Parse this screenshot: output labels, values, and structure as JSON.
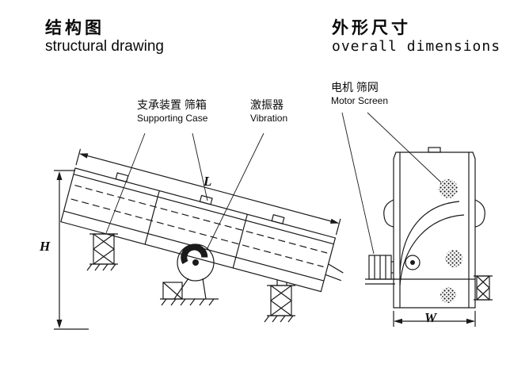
{
  "page": {
    "background": "#ffffff",
    "line_color": "#1a1a1a"
  },
  "left_view": {
    "title_cn": "结构图",
    "title_en": "structural drawing",
    "callouts": {
      "supporting_cn": "支承装置 筛箱",
      "supporting_en": "Supporting Case",
      "vibration_cn": "激振器",
      "vibration_en": "Vibration"
    },
    "dimensions": {
      "length": "L",
      "height": "H"
    }
  },
  "right_view": {
    "title_cn": "外形尺寸",
    "title_en": "overall dimensions",
    "callouts": {
      "motor_cn": "电机 筛网",
      "motor_en": "Motor Screen"
    },
    "dimensions": {
      "width": "W"
    }
  }
}
